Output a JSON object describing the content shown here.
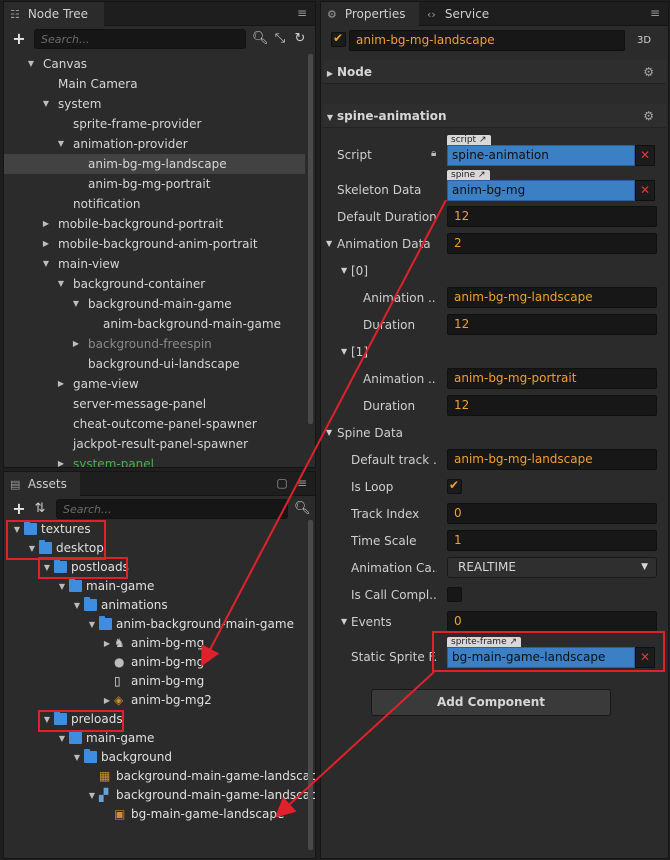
{
  "node_tree": {
    "title": "Node Tree",
    "search_placeholder": "Search...",
    "rows": [
      {
        "label": "Canvas",
        "expanded": true
      },
      {
        "label": "Main Camera"
      },
      {
        "label": "system",
        "expanded": true
      },
      {
        "label": "sprite-frame-provider"
      },
      {
        "label": "animation-provider",
        "expanded": true
      },
      {
        "label": "anim-bg-mg-landscape",
        "selected": true
      },
      {
        "label": "anim-bg-mg-portrait"
      },
      {
        "label": "notification"
      },
      {
        "label": "mobile-background-portrait",
        "expanded": false
      },
      {
        "label": "mobile-background-anim-portrait",
        "expanded": false
      },
      {
        "label": "main-view",
        "expanded": true
      },
      {
        "label": "background-container",
        "expanded": true
      },
      {
        "label": "background-main-game",
        "expanded": true
      },
      {
        "label": "anim-background-main-game"
      },
      {
        "label": "background-freespin",
        "expanded": false,
        "dim": true
      },
      {
        "label": "background-ui-landscape"
      },
      {
        "label": "game-view",
        "expanded": false
      },
      {
        "label": "server-message-panel"
      },
      {
        "label": "cheat-outcome-panel-spawner"
      },
      {
        "label": "jackpot-result-panel-spawner"
      },
      {
        "label": "system-panel",
        "expanded": false,
        "green": true
      }
    ]
  },
  "assets": {
    "title": "Assets",
    "search_placeholder": "Search...",
    "rows": [
      {
        "label": "textures",
        "icon": "folder"
      },
      {
        "label": "desktop",
        "icon": "folder"
      },
      {
        "label": "postloads",
        "icon": "folder"
      },
      {
        "label": "main-game",
        "icon": "folder"
      },
      {
        "label": "animations",
        "icon": "folder"
      },
      {
        "label": "anim-background-main-game",
        "icon": "folder"
      },
      {
        "label": "anim-bg-mg",
        "icon": "skeleton-icon"
      },
      {
        "label": "anim-bg-mg",
        "icon": "spine-data-icon"
      },
      {
        "label": "anim-bg-mg",
        "icon": "text-file-icon"
      },
      {
        "label": "anim-bg-mg2",
        "icon": "texture-icon"
      },
      {
        "label": "preloads",
        "icon": "folder"
      },
      {
        "label": "main-game",
        "icon": "folder"
      },
      {
        "label": "background",
        "icon": "folder"
      },
      {
        "label": "background-main-game-landscape",
        "icon": "image-icon"
      },
      {
        "label": "background-main-game-landscape",
        "icon": "atlas-icon"
      },
      {
        "label": "bg-main-game-landscape",
        "icon": "sprite-frame-icon"
      }
    ]
  },
  "properties": {
    "title": "Properties",
    "service_tab": "Service",
    "node_name": "anim-bg-mg-landscape",
    "badge_3d": "3D",
    "node_section": "Node",
    "component_title": "spine-animation",
    "script_label": "Script",
    "script_chip": "script",
    "script_value": "spine-animation",
    "skeleton_label": "Skeleton Data",
    "skeleton_chip": "spine",
    "skeleton_value": "anim-bg-mg",
    "default_duration_label": "Default Duration",
    "default_duration_value": "12",
    "animation_data_label": "Animation Data",
    "animation_data_value": "2",
    "item0_label": "[0]",
    "item0_anim_label": "Animation ...",
    "item0_anim_value": "anim-bg-mg-landscape",
    "item0_duration_label": "Duration",
    "item0_duration_value": "12",
    "item1_label": "[1]",
    "item1_anim_label": "Animation ...",
    "item1_anim_value": "anim-bg-mg-portrait",
    "item1_duration_label": "Duration",
    "item1_duration_value": "12",
    "spine_data_label": "Spine Data",
    "default_track_label": "Default track ...",
    "default_track_value": "anim-bg-mg-landscape",
    "is_loop_label": "Is Loop",
    "is_loop_checked": true,
    "track_index_label": "Track Index",
    "track_index_value": "0",
    "time_scale_label": "Time Scale",
    "time_scale_value": "1",
    "animation_ca_label": "Animation Ca...",
    "animation_ca_value": "REALTIME",
    "is_call_label": "Is Call Compl...",
    "is_call_checked": false,
    "events_label": "Events",
    "events_value": "0",
    "static_sprite_label": "Static Sprite F...",
    "static_sprite_chip": "sprite-frame",
    "static_sprite_value": "bg-main-game-landscape",
    "add_component": "Add Component"
  },
  "colors": {
    "accent_orange": "#f0a030",
    "asset_blue": "#3b7fc4",
    "highlight_red": "#e0212b"
  }
}
